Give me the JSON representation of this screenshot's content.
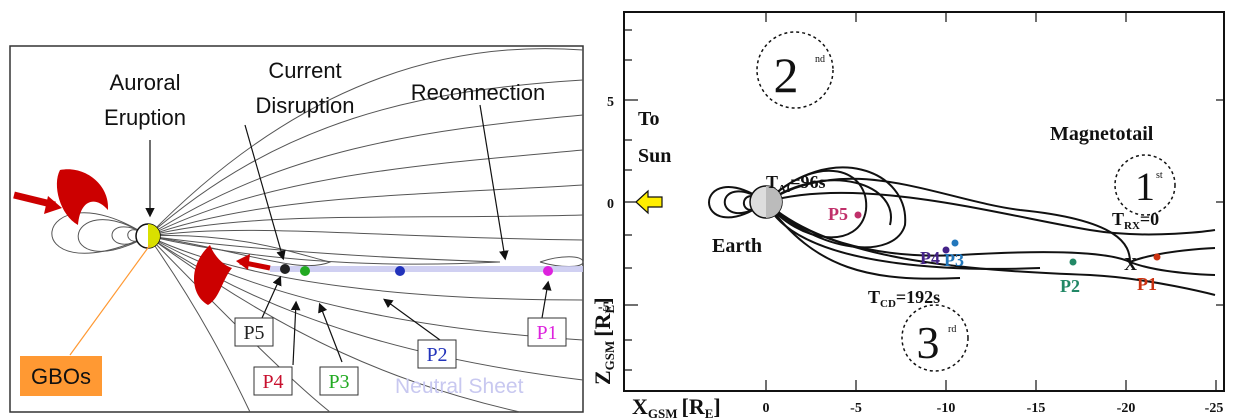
{
  "left_panel": {
    "auroral_eruption": [
      "Auroral",
      "Eruption"
    ],
    "current_disruption": [
      "Current",
      "Disruption"
    ],
    "reconnection": "Reconnection",
    "gbos": "GBOs",
    "neutral_sheet": "Neutral Sheet",
    "probes": [
      {
        "label": "P5",
        "color": "#222222"
      },
      {
        "label": "P4",
        "color": "#c8102e"
      },
      {
        "label": "P3",
        "color": "#22aa22"
      },
      {
        "label": "P2",
        "color": "#2233bb"
      },
      {
        "label": "P1",
        "color": "#dd22dd"
      }
    ],
    "colors": {
      "lobe": "#cc0000",
      "neutral_sheet": "#c8c8f0",
      "gbos_box": "#ff9933",
      "gbos_line": "#ff9933"
    }
  },
  "right_panel": {
    "to_sun": [
      "To",
      "Sun"
    ],
    "earth": "Earth",
    "magnetotail": "Magnetotail",
    "t_ai": "T",
    "t_ai_sub": "AI",
    "t_ai_val": "=96s",
    "t_rx": "T",
    "t_rx_sub": "RX",
    "t_rx_val": "=0",
    "t_cd": "T",
    "t_cd_sub": "CD",
    "t_cd_val": "=192s",
    "x_mark": "X",
    "sequence_marks": [
      {
        "num": "2",
        "sup": "nd"
      },
      {
        "num": "1",
        "sup": "st"
      },
      {
        "num": "3",
        "sup": "rd"
      }
    ],
    "probes": [
      {
        "label": "P5",
        "color": "#c0306a"
      },
      {
        "label": "P4",
        "color": "#442288"
      },
      {
        "label": "P3",
        "color": "#2277bb"
      },
      {
        "label": "P2",
        "color": "#228866"
      },
      {
        "label": "P1",
        "color": "#cc3311"
      }
    ],
    "x_axis": {
      "label": "X",
      "label_sub": "GSM",
      "unit": "[R",
      "unit_sub": "E",
      "unit_end": "]",
      "ticks": [
        "0",
        "-5",
        "-10",
        "-15",
        "-20",
        "-25"
      ]
    },
    "y_axis": {
      "label": "Z",
      "label_sub": "GSM",
      "unit": "[R",
      "unit_sub": "E",
      "unit_end": "]",
      "ticks": [
        "5",
        "0",
        "-5"
      ]
    },
    "arrow_color": "#ffee00"
  }
}
